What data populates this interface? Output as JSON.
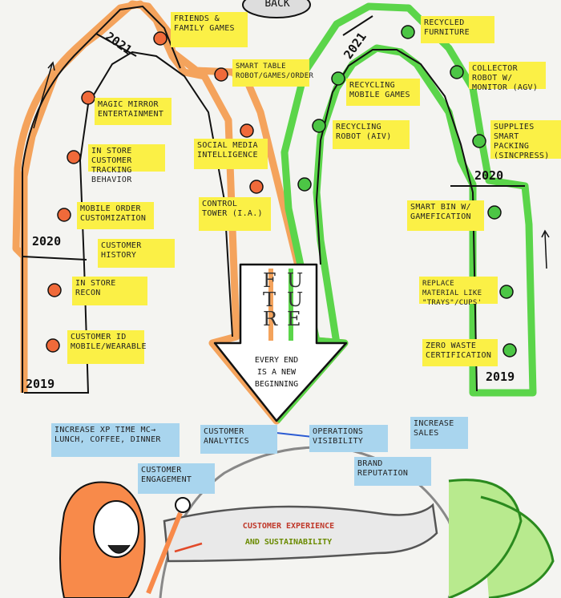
{
  "top_label": "BACK",
  "left_arch": {
    "years": [
      "2019",
      "2020",
      "2021"
    ],
    "notes": [
      "FRIENDS & FAMILY GAMES",
      "SMART TABLE ROBOT/GAMES/ORDER",
      "MAGIC MIRROR ENTERTAINMENT",
      "IN STORE CUSTOMER TRACKING BEHAVIOR",
      "SOCIAL MEDIA INTELLIGENCE",
      "MOBILE ORDER CUSTOMIZATION",
      "CONTROL TOWER (I.A.)",
      "CUSTOMER HISTORY",
      "IN STORE RECON",
      "CUSTOMER ID MOBILE/WEARABLE"
    ]
  },
  "right_arch": {
    "years": [
      "2019",
      "2020",
      "2021"
    ],
    "notes": [
      "RECYCLED FURNITURE",
      "COLLECTOR ROBOT W/ MONITOR (AGV)",
      "RECYCLING MOBILE GAMES",
      "RECYCLING ROBOT (AIV)",
      "SUPPLIES SMART PACKING (SINCPRESS)",
      "SMART BIN W/ GAMEFICATION",
      "REPLACE MATERIAL LIKE \"TRAYS\"/CUPS'",
      "ZERO WASTE CERTIFICATION"
    ]
  },
  "future": {
    "letters": [
      "F",
      "U",
      "T",
      "U",
      "R",
      "E"
    ],
    "arrow_text": [
      "EVERY END",
      "IS A NEW",
      "BEGINNING"
    ]
  },
  "benefits": [
    "INCREASE XP TIME MC→ LUNCH, COFFEE, DINNER",
    "CUSTOMER ANALYTICS",
    "OPERATIONS VISIBILITY",
    "INCREASE SALES",
    "CUSTOMER ENGAGEMENT",
    "BRAND REPUTATION"
  ],
  "banner_lines": [
    "CUSTOMER EXPERIENCE",
    "AND SUSTAINABILITY"
  ],
  "colors": {
    "orange": "#f4a35c",
    "green": "#5bd54a",
    "note_yellow": "#fbf046",
    "note_blue": "#a9d5ee"
  }
}
